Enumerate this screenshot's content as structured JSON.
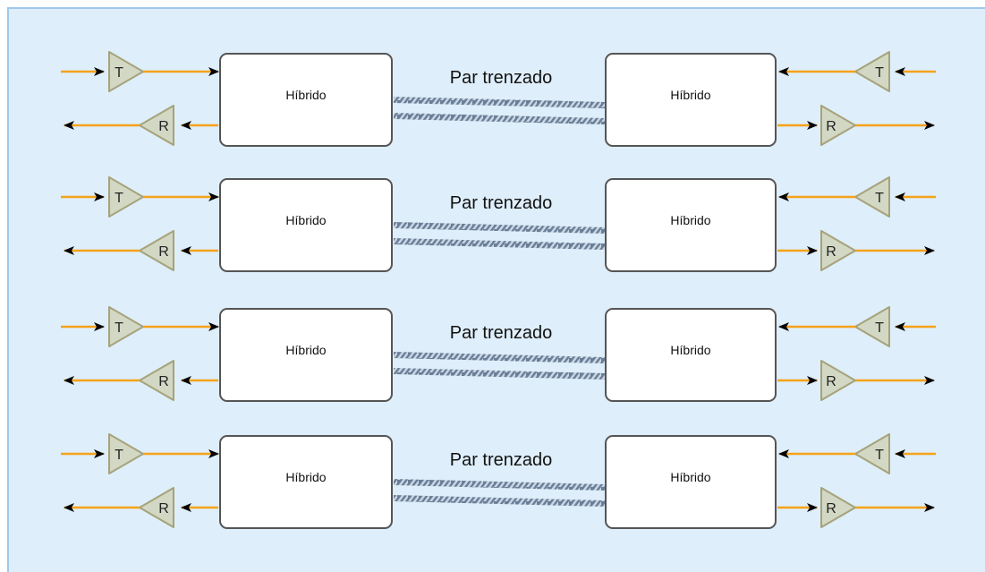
{
  "colors": {
    "background": "#deeefa",
    "frame_border": "#9fc9ec",
    "line": "#f5a21a",
    "arrow": "#000000",
    "amp_fill": "#d2d8c4",
    "amp_stroke": "#a6a27a",
    "box_stroke": "#555555",
    "cable_dark": "#6a7f97",
    "cable_light": "#c9d6e4"
  },
  "icons": {
    "transmitter": "triangle-amplifier-icon",
    "receiver": "triangle-amplifier-icon",
    "cable": "twisted-pair-cable-icon"
  },
  "links": [
    {
      "left_hybrid": "Híbrido",
      "right_hybrid": "Híbrido",
      "cable_label": "Par trenzado",
      "left_tx": "T",
      "left_rx": "R",
      "right_tx": "T",
      "right_rx": "R"
    },
    {
      "left_hybrid": "Híbrido",
      "right_hybrid": "Híbrido",
      "cable_label": "Par trenzado",
      "left_tx": "T",
      "left_rx": "R",
      "right_tx": "T",
      "right_rx": "R"
    },
    {
      "left_hybrid": "Híbrido",
      "right_hybrid": "Híbrido",
      "cable_label": "Par trenzado",
      "left_tx": "T",
      "left_rx": "R",
      "right_tx": "T",
      "right_rx": "R"
    },
    {
      "left_hybrid": "Híbrido",
      "right_hybrid": "Híbrido",
      "cable_label": "Par trenzado",
      "left_tx": "T",
      "left_rx": "R",
      "right_tx": "T",
      "right_rx": "R"
    }
  ]
}
